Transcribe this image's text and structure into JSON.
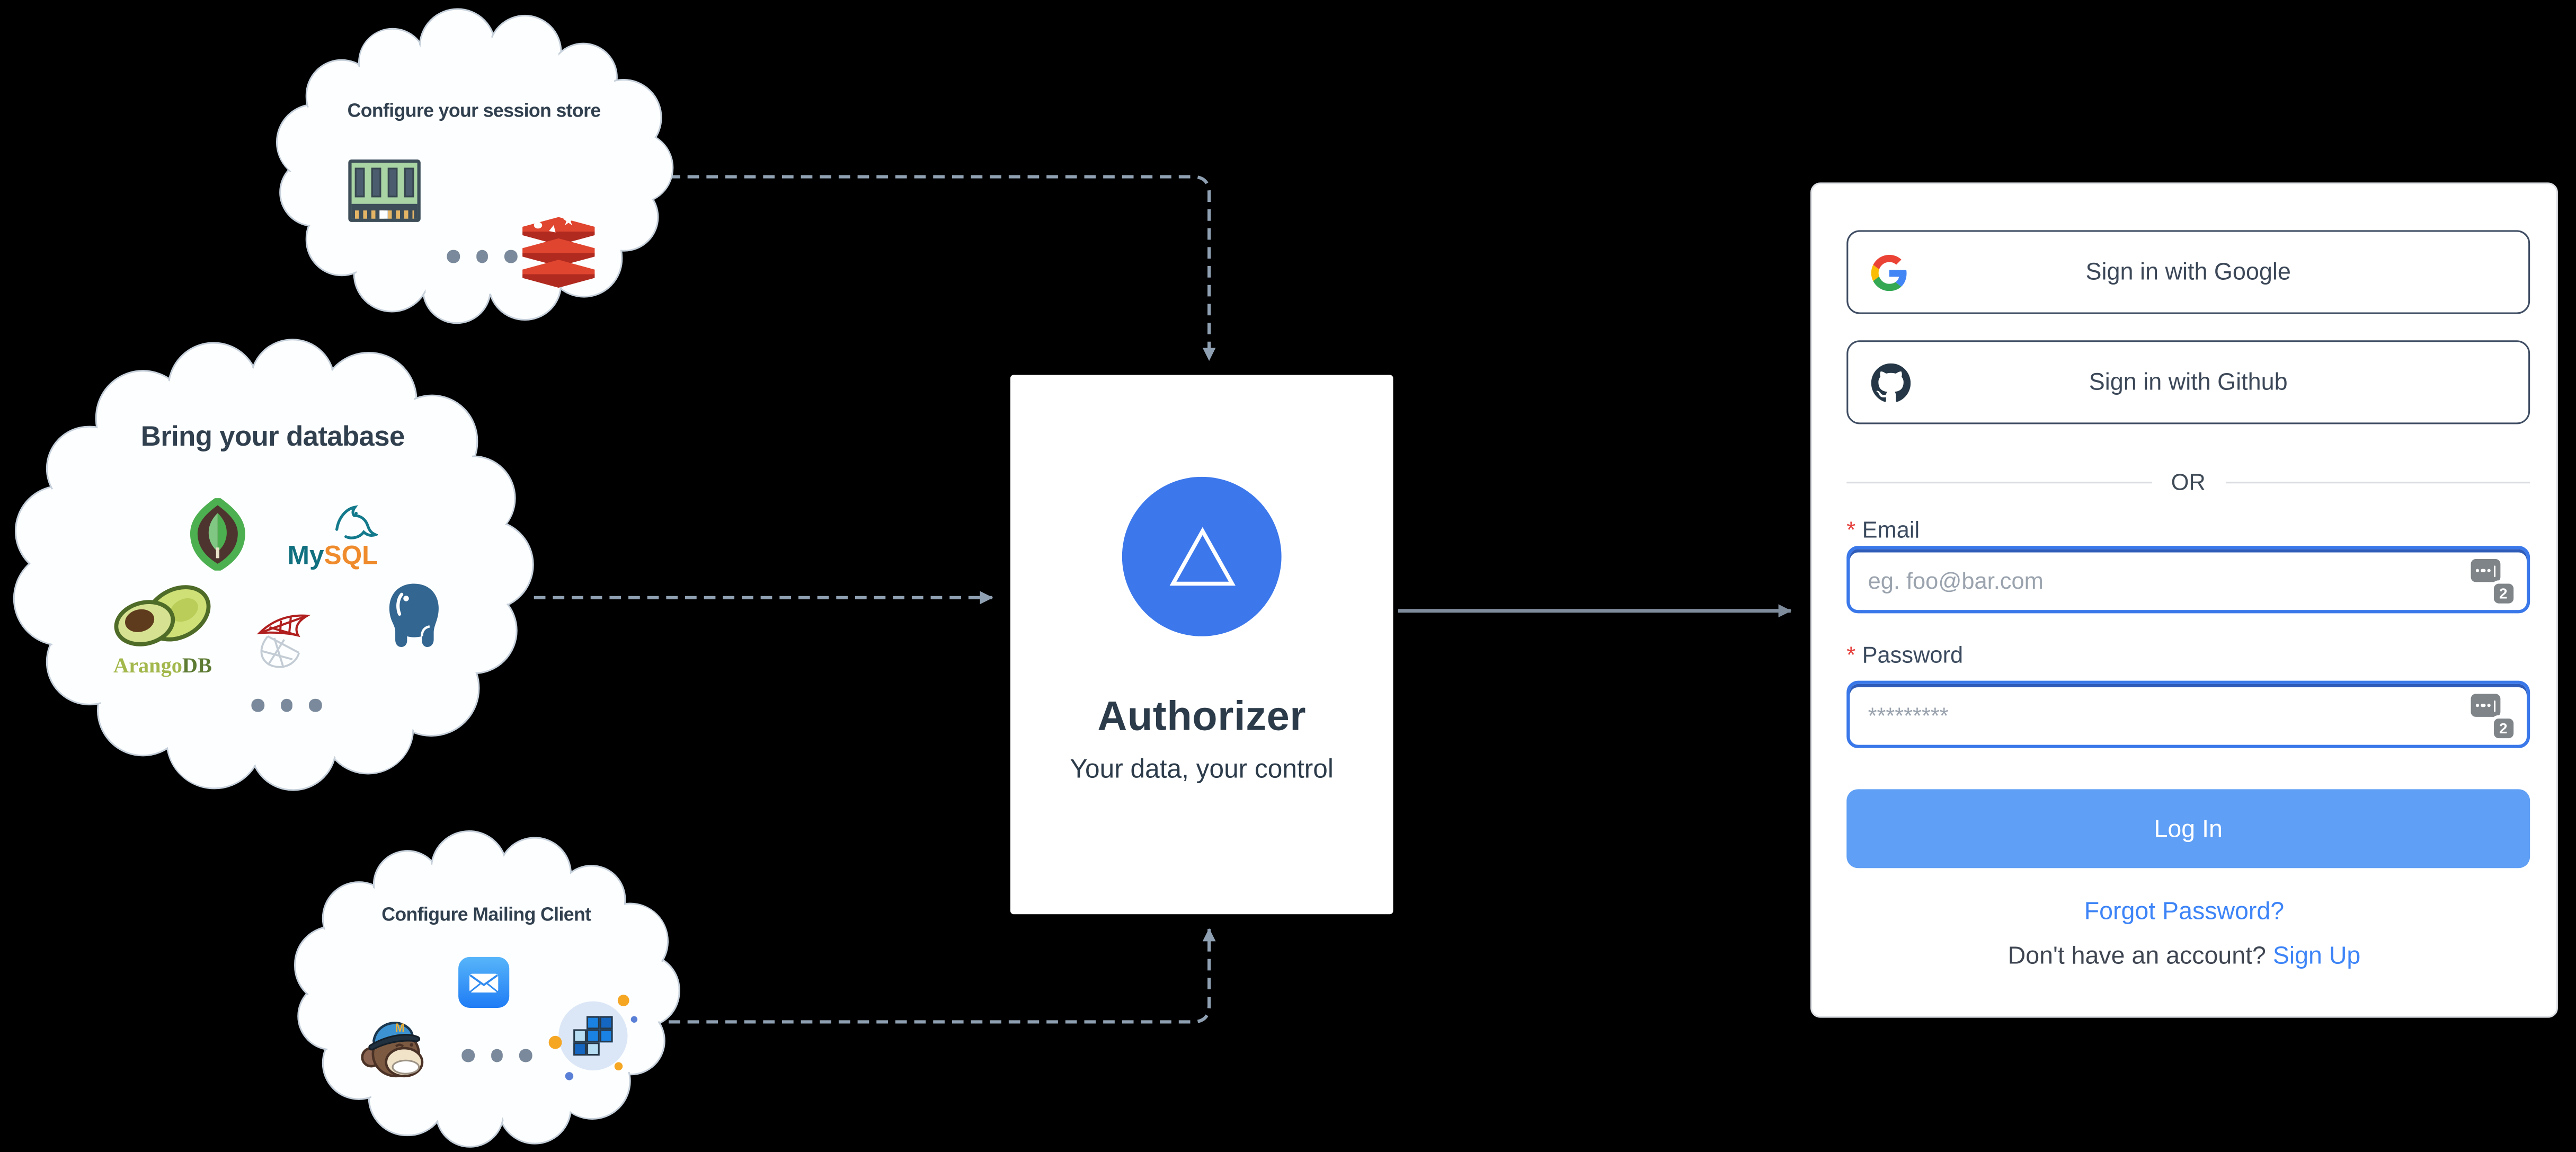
{
  "colors": {
    "accent-blue": "#3c78ec",
    "button-blue": "#5f9ff5",
    "link-blue": "#3d84f7",
    "required-red": "#e5413e",
    "line-gray": "#8fa0b2",
    "solid-line-gray": "#7e8c9c",
    "cloud-border": "#c6d0db"
  },
  "clouds": {
    "session": {
      "title": "Configure your session store",
      "icons": [
        "memory-ram-icon",
        "redis-icon",
        "more-dots-icon"
      ]
    },
    "database": {
      "title": "Bring your database",
      "icons": [
        "mongodb-icon",
        "mysql-icon",
        "arangodb-icon",
        "sqlserver-icon",
        "postgresql-icon",
        "more-dots-icon"
      ],
      "mysql_my": "My",
      "mysql_sql": "SQL",
      "arango_a": "Arango",
      "arango_db": "DB"
    },
    "mailing": {
      "title": "Configure Mailing Client",
      "icons": [
        "apple-mail-icon",
        "mailchimp-icon",
        "more-dots-icon",
        "sendgrid-icon"
      ],
      "mailchimp_m": "M"
    }
  },
  "authorizer": {
    "name": "Authorizer",
    "tagline": "Your data, your control"
  },
  "redis_deco": {
    "star": "★",
    "triangle": "▲"
  },
  "login_card": {
    "google_button": "Sign in with Google",
    "github_button": "Sign in with Github",
    "divider": "OR",
    "email_required": "*",
    "email_label": "Email",
    "email_placeholder": "eg. foo@bar.com",
    "password_required": "*",
    "password_label": "Password",
    "password_placeholder": "*********",
    "submit_button": "Log In",
    "forgot_link": "Forgot Password?",
    "signup_prompt": "Don't have an account? ",
    "signup_link": "Sign Up",
    "autofill_count": "2"
  }
}
